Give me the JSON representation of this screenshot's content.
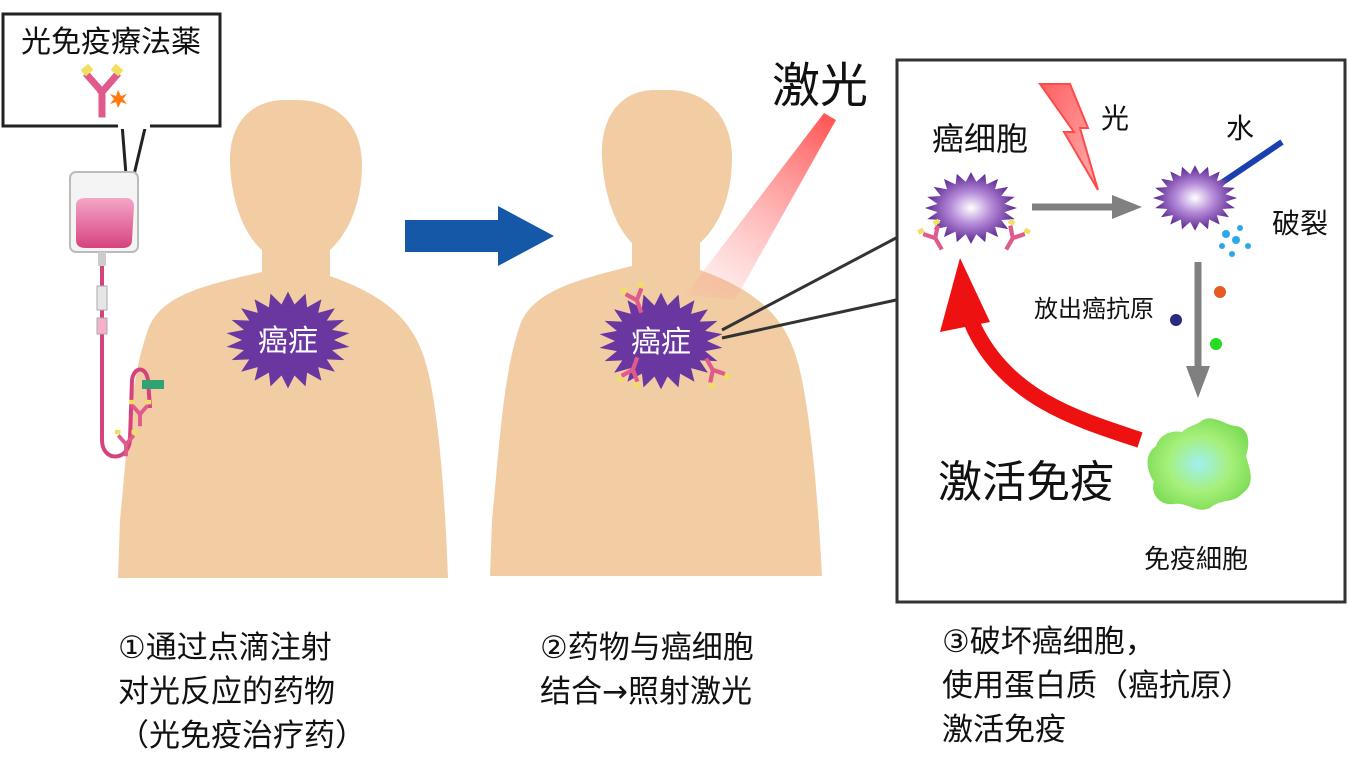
{
  "drug_box": {
    "label": "光免疫療法薬"
  },
  "tumor_label_1": "癌症",
  "tumor_label_2": "癌症",
  "laser_label": "激光",
  "mechanism": {
    "cancer_cell_label": "癌细胞",
    "light_label": "光",
    "water_label": "水",
    "rupture_label": "破裂",
    "release_label": "放出癌抗原",
    "activate_label": "激活免疫",
    "immune_cell_label": "免疫細胞"
  },
  "captions": {
    "step1": [
      "①通过点滴注射",
      "对光反应的药物",
      "（光免疫治疗药）"
    ],
    "step2": [
      "②药物与癌细胞",
      "结合→照射激光"
    ],
    "step3": [
      "③破坏癌细胞，",
      "使用蛋白质（癌抗原）",
      "激活免疫"
    ]
  },
  "colors": {
    "skin": "#f2cda4",
    "tumor": "#6a36a0",
    "arrow_blue": "#1558a8",
    "activation_red": "#ee1111",
    "grey_arrow": "#808080",
    "immune_green": "#8ee870"
  }
}
